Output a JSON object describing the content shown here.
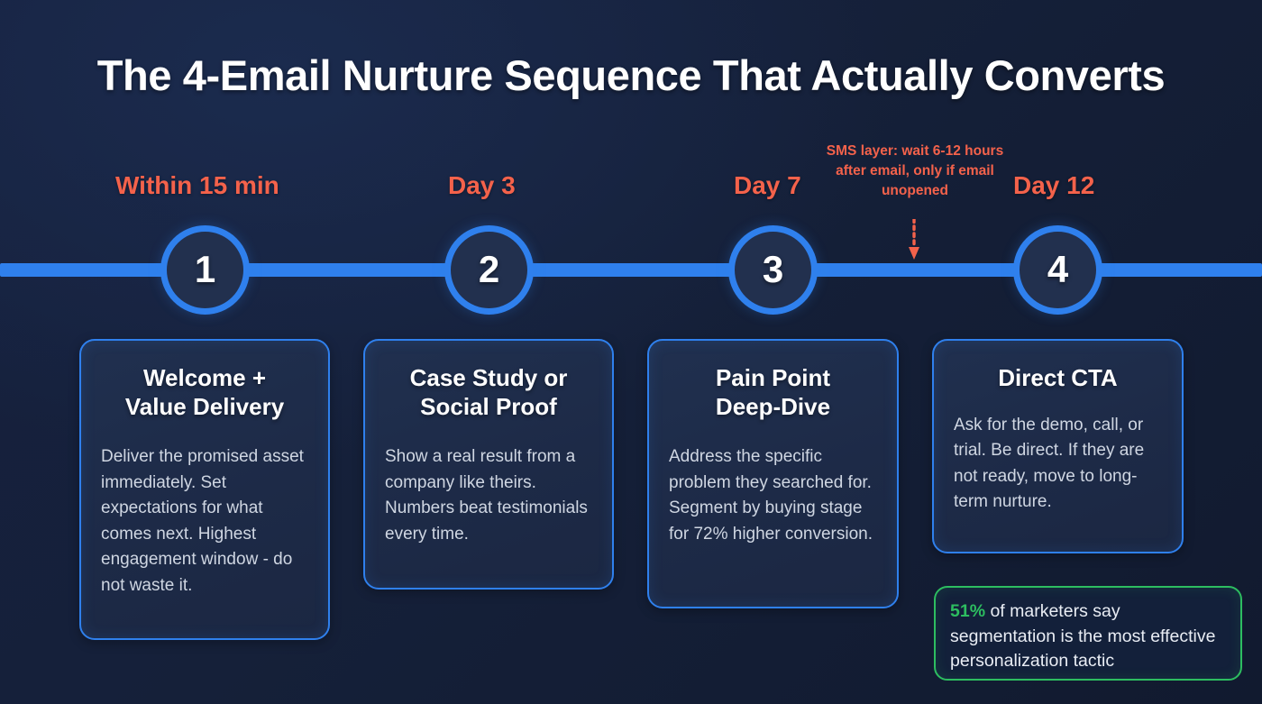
{
  "title": "The 4-Email Nurture Sequence That Actually Converts",
  "timeline": {
    "steps": [
      {
        "number": "1",
        "stage_label": "Within 15 min",
        "card_title": "Welcome +\nValue Delivery",
        "card_body": "Deliver the promised asset immediately. Set expectations for what comes next. Highest engagement window - do not waste it."
      },
      {
        "number": "2",
        "stage_label": "Day 3",
        "card_title": "Case Study or\nSocial Proof",
        "card_body": "Show a real result from a company like theirs. Numbers beat testimonials every time."
      },
      {
        "number": "3",
        "stage_label": "Day 7",
        "card_title": "Pain Point\nDeep-Dive",
        "card_body": "Address the specific problem they searched for. Segment by buying stage for 72% higher conversion."
      },
      {
        "number": "4",
        "stage_label": "Day 12",
        "card_title": "Direct CTA",
        "card_body": "Ask for the demo, call, or trial. Be direct. If they are not ready, move to long-term nurture."
      }
    ]
  },
  "sms_annotation": {
    "text": "SMS layer: wait 6-12 hours after email, only if email unopened",
    "arrow_icon": "dotted-down-arrow-icon"
  },
  "stat_box": {
    "figure": "51%",
    "text": " of marketers say segmentation is the most effective personalization tactic"
  },
  "colors": {
    "accent_blue": "#2f80ed",
    "accent_coral": "#f4624b",
    "accent_green": "#2dbd60",
    "background": "#16213f",
    "card_background": "#1d2a47",
    "text_primary": "#ffffff",
    "text_secondary": "#cfd6e2"
  }
}
